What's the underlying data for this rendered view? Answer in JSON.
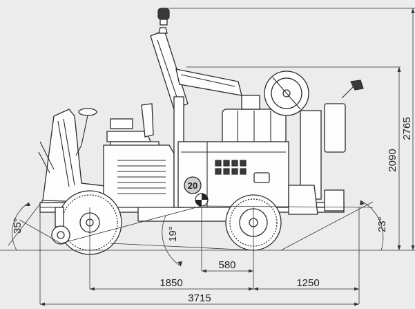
{
  "drawing": {
    "badge_number": "20",
    "dimensions": {
      "overall_length": "3715",
      "front_to_axle": "1850",
      "rear_overhang": "1250",
      "axle_offset": "580",
      "height_machine": "2090",
      "height_beacon": "2765"
    },
    "angles": {
      "approach": "35°",
      "ramp": "19°",
      "departure": "23°"
    },
    "colors": {
      "background": "#ececec",
      "line": "#2b2b2b"
    }
  }
}
